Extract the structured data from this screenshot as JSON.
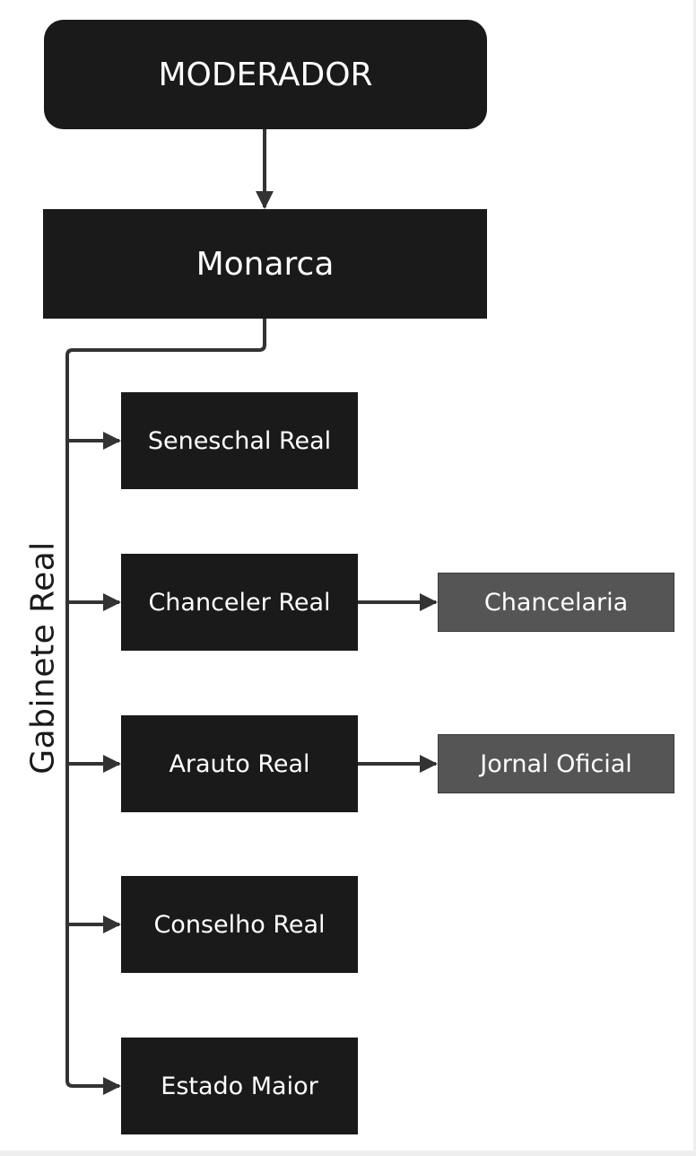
{
  "diagram": {
    "root": {
      "label": "MODERADOR"
    },
    "monarch": {
      "label": "Monarca"
    },
    "group_label": "Gabinete Real",
    "offices": [
      {
        "label": "Seneschal Real"
      },
      {
        "label": "Chanceler Real",
        "child": "Chancelaria"
      },
      {
        "label": "Arauto Real",
        "child": "Jornal Oficial"
      },
      {
        "label": "Conselho Real"
      },
      {
        "label": "Estado Maior"
      }
    ],
    "colors": {
      "node_fill": "#1a1a1a",
      "sub_node_fill": "#555555",
      "connector": "#333333",
      "text_on_node": "#ffffff"
    }
  }
}
